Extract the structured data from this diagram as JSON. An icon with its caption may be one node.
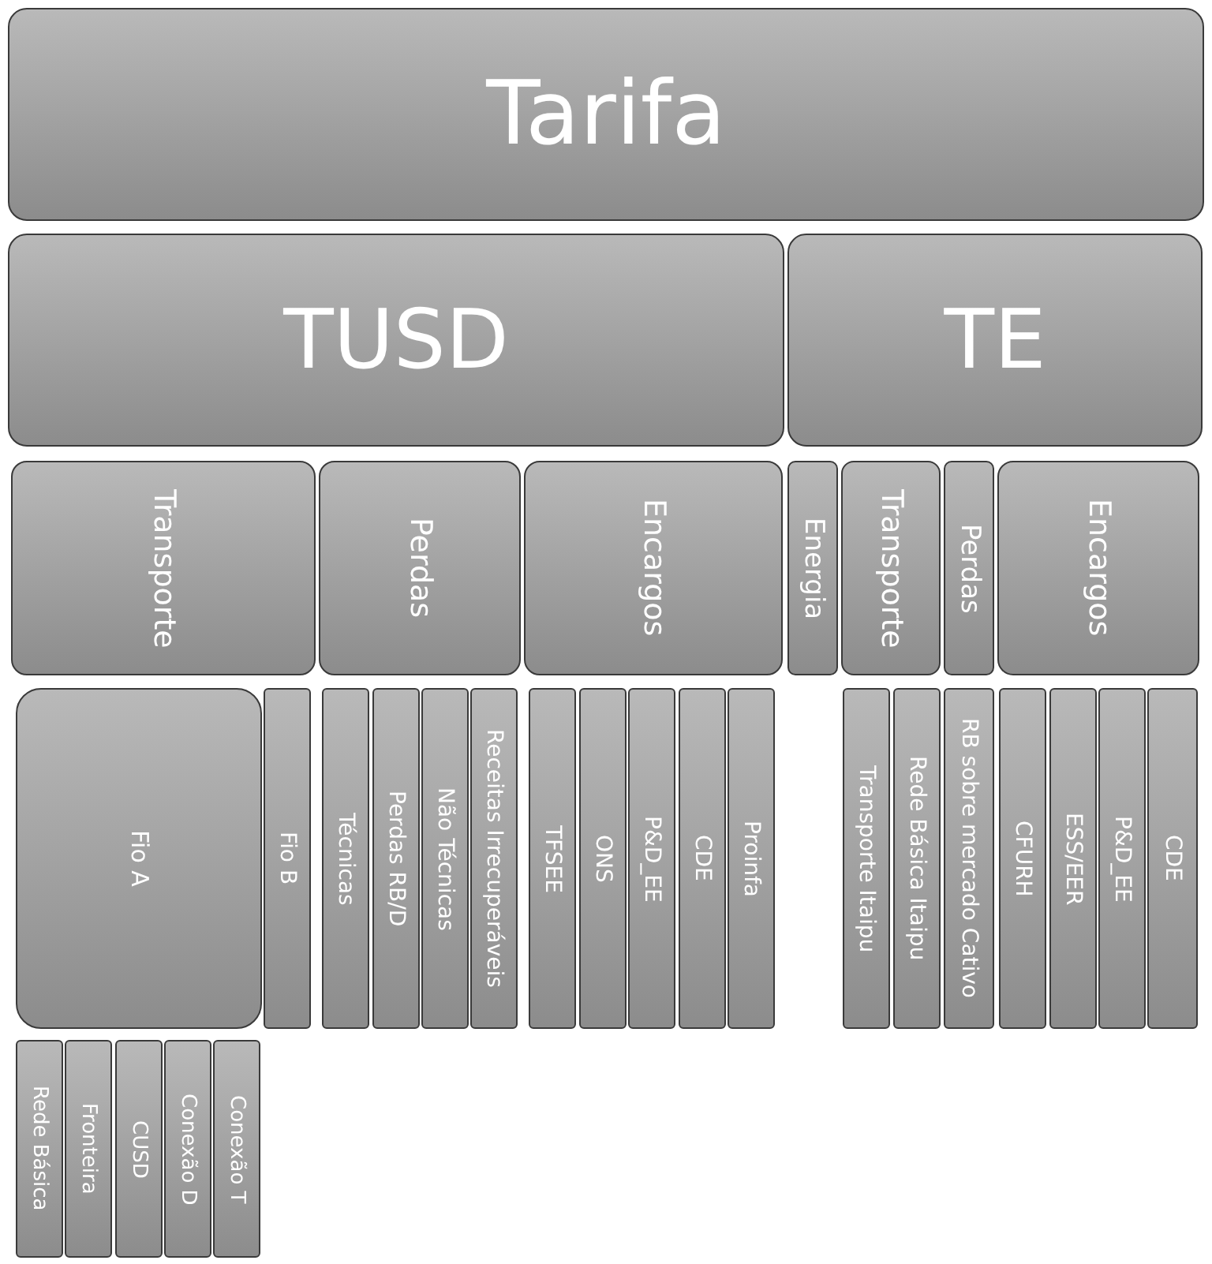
{
  "diagram": {
    "nodes": [
      {
        "text": [
          "Tarifa"
        ]
      },
      {
        "text": [
          "TUSD"
        ]
      },
      {
        "text": [
          "TE"
        ]
      },
      {
        "text": [
          "Transporte"
        ]
      },
      {
        "text": [
          "Perdas"
        ]
      },
      {
        "text": [
          "Encargos"
        ]
      },
      {
        "text": [
          "Energia"
        ]
      },
      {
        "text": [
          "Transporte"
        ]
      },
      {
        "text": [
          "Perdas"
        ]
      },
      {
        "text": [
          "Encargos"
        ]
      },
      {
        "text": [
          "Fio A"
        ]
      },
      {
        "text": [
          "Fio B"
        ]
      },
      {
        "text": [
          "Técnicas"
        ]
      },
      {
        "text": [
          "Perdas RB/D"
        ]
      },
      {
        "text": [
          "Não Técnicas"
        ]
      },
      {
        "text": [
          "Receitas Irrecuperáveis"
        ]
      },
      {
        "text": [
          "TFSEE"
        ]
      },
      {
        "text": [
          "ONS"
        ]
      },
      {
        "text": [
          "P&D_EE"
        ]
      },
      {
        "text": [
          "CDE"
        ]
      },
      {
        "text": [
          "Proinfa"
        ]
      },
      {
        "text": [
          "Transporte Itaipu"
        ]
      },
      {
        "text": [
          "Rede Básica Itaipu"
        ]
      },
      {
        "text": [
          "RB sobre mercado Cativo"
        ]
      },
      {
        "text": [
          "CFURH"
        ]
      },
      {
        "text": [
          "ESS/EER"
        ]
      },
      {
        "text": [
          "P&D_EE"
        ]
      },
      {
        "text": [
          "CDE"
        ]
      },
      {
        "text": [
          "Rede Básica"
        ]
      },
      {
        "text": [
          "Fronteira"
        ]
      },
      {
        "text": [
          "CUSD"
        ]
      },
      {
        "text": [
          "Conexão D"
        ]
      },
      {
        "text": [
          "Conexão T"
        ]
      }
    ]
  }
}
